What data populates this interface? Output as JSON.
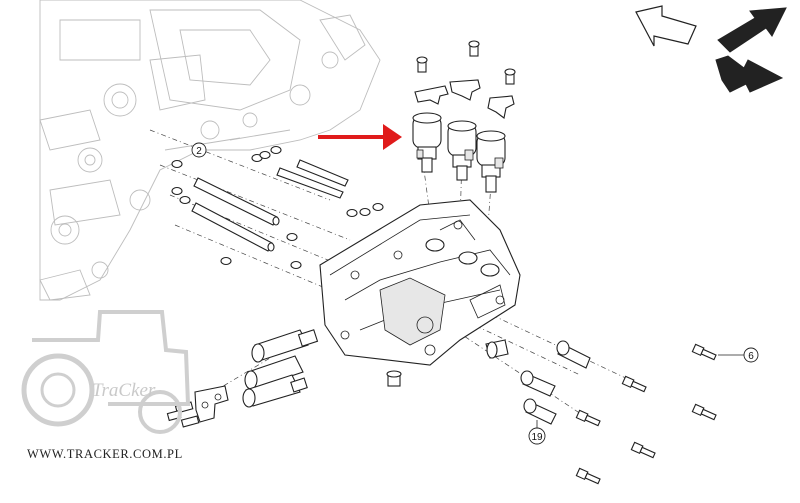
{
  "watermark": {
    "brand_label": "TraCker",
    "url": "WWW.TRACKER.COM.PL"
  },
  "callouts": [
    {
      "id": "c2",
      "label": "2"
    },
    {
      "id": "c6",
      "label": "6"
    },
    {
      "id": "c19",
      "label": "19"
    }
  ],
  "indicators": {
    "pointer_arrow_color": "#e01b1b",
    "view_arrows": [
      "outline-arrow-icon",
      "up-right-arrow-icon",
      "down-right-arrow-icon"
    ]
  }
}
